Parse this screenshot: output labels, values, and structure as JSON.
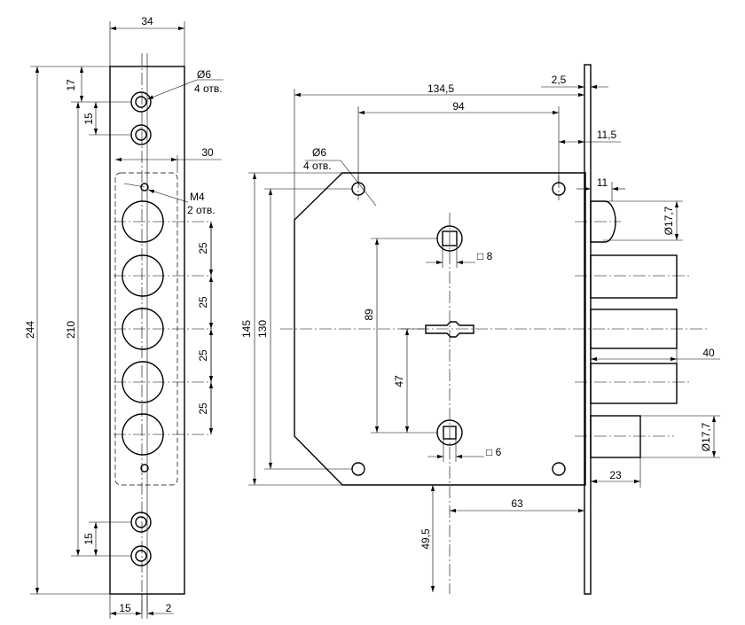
{
  "strip": {
    "width": "34",
    "height": "244",
    "span": "210",
    "inner_width": "30",
    "top_offset": "17",
    "top_pitch": "15",
    "bottom_pitch": "15",
    "pin_pitch_1": "25",
    "pin_pitch_2": "25",
    "pin_pitch_3": "25",
    "pin_pitch_4": "25",
    "edge_offset": "15",
    "slot_offset": "2",
    "hole_diameter": "Ø6",
    "hole_count": "4 отв.",
    "thread": "M4",
    "thread_count": "2 отв."
  },
  "body": {
    "length": "134,5",
    "hole_spacing": "94",
    "faceplate": "2,5",
    "inset": "11,5",
    "hole_diameter": "Ø6",
    "hole_count": "4 отв.",
    "height": "145",
    "hole_height": "130",
    "spindle_distance": "89",
    "key_distance": "47",
    "spindle_square": "□ 8",
    "follower_square": "□ 6",
    "backset": "63",
    "bottom_offset": "49,5"
  },
  "bolts": {
    "latch_offset": "11",
    "latch_diameter": "Ø17,7",
    "throw": "40",
    "dead_diameter": "Ø17,7",
    "dead_throw": "23"
  }
}
